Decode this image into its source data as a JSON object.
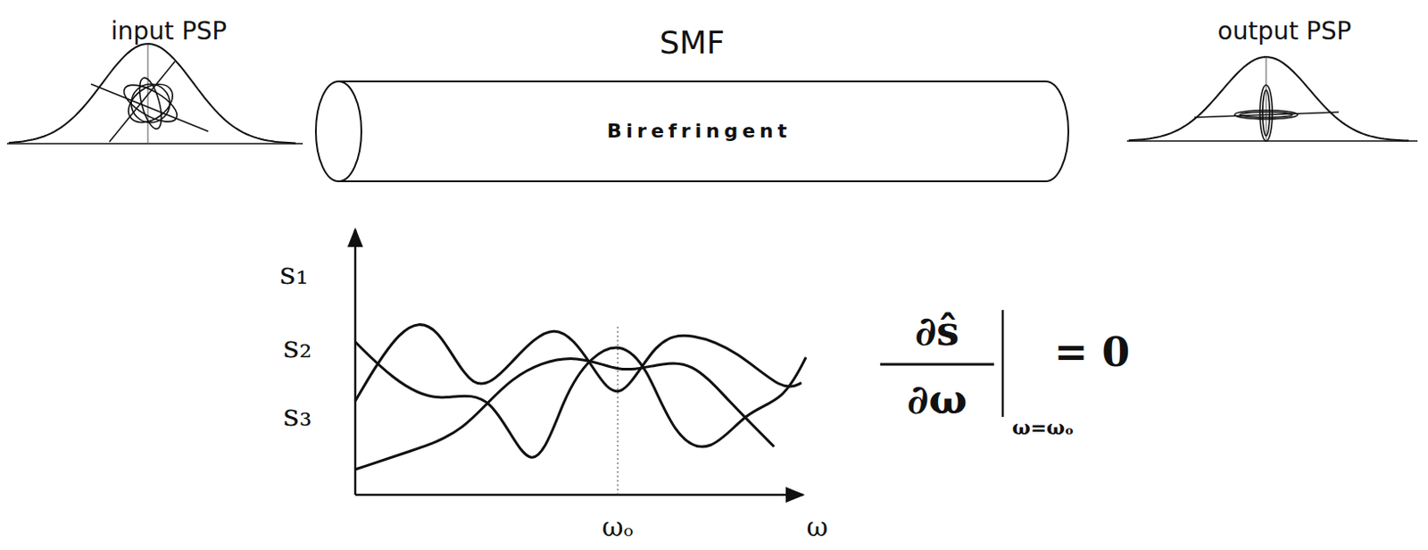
{
  "diagram": {
    "nodes": [
      {
        "text": [
          "SMF",
          "Birefringent"
        ]
      }
    ],
    "labels": [
      "input  PSP",
      "output  PSP",
      "s₁",
      "s₂",
      "s₃",
      "ωₒ",
      "ω",
      "∂ŝ",
      "∂ω",
      "ω=ωₒ",
      "= 0"
    ]
  }
}
